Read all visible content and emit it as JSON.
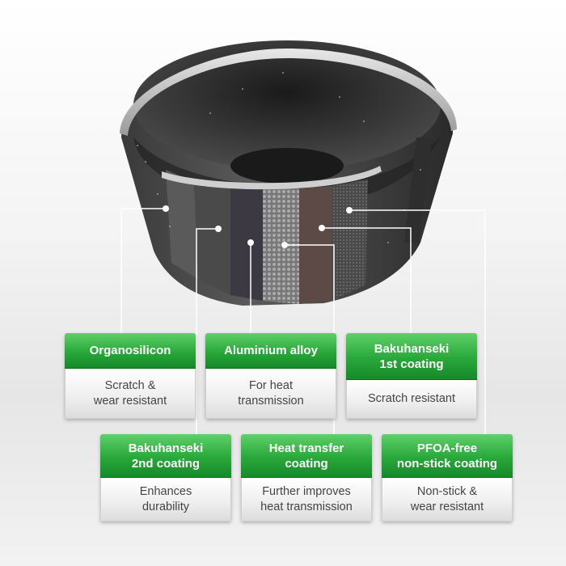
{
  "layers": [
    {
      "title": "Organosilicon",
      "desc": "Scratch &\nwear resistant"
    },
    {
      "title": "Aluminium alloy",
      "desc": "For heat\ntransmission"
    },
    {
      "title": "Bakuhanseki\n1st coating",
      "desc": "Scratch resistant"
    },
    {
      "title": "Bakuhanseki\n2nd coating",
      "desc": "Enhances\ndurability"
    },
    {
      "title": "Heat transfer\ncoating",
      "desc": "Further improves\nheat transmission"
    },
    {
      "title": "PFOA-free\nnon-stick coating",
      "desc": "Non-stick &\nwear resistant"
    }
  ],
  "colors": {
    "header_green": "#29a83a",
    "pot_dark": "#2b2b2b",
    "rim_silver": "#c9c9c9"
  }
}
